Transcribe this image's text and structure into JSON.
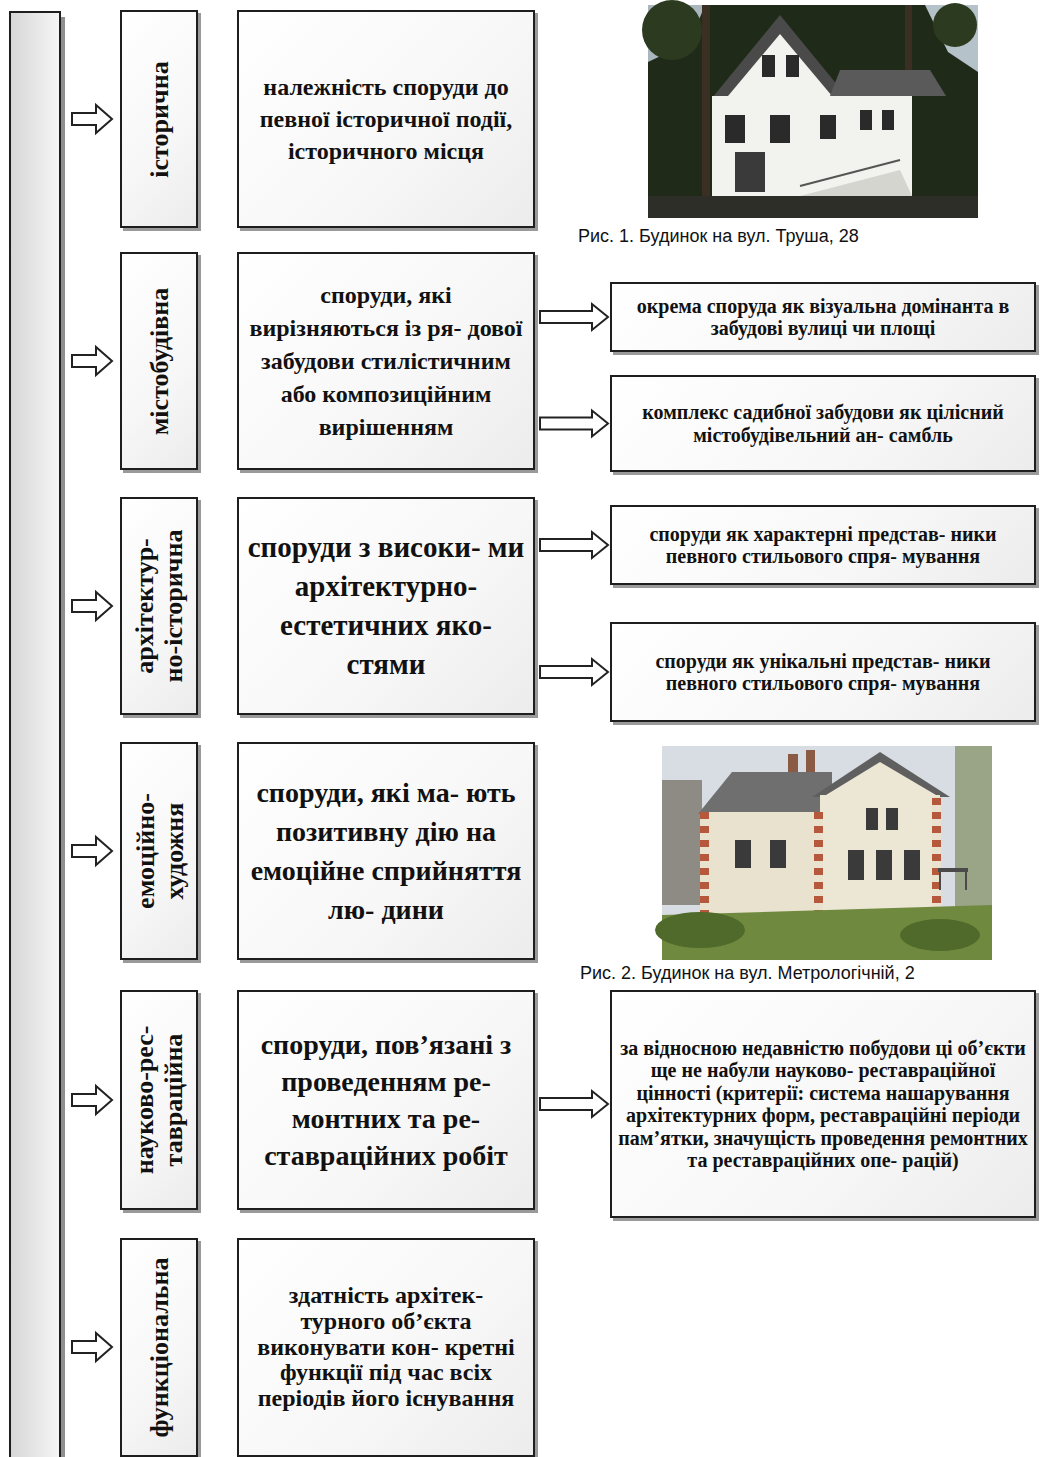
{
  "diagram": {
    "nodes": [
      {
        "text": [
          "історична"
        ]
      },
      {
        "text": [
          "належність споруди до певної історичної події, історичного місця"
        ]
      },
      {
        "text": [
          "містобудівна"
        ]
      },
      {
        "text": [
          "споруди, які вирізняються із ря- дової забудови стилістичним або композиційним вирішенням"
        ]
      },
      {
        "text": [
          "окрема споруда як візуальна домінанта в забудові вулиці чи площі"
        ]
      },
      {
        "text": [
          "комплекс садибної забудови як цілісний містобудівельний ан- самбль"
        ]
      },
      {
        "text": [
          "архітектур- но-історична"
        ]
      },
      {
        "text": [
          "споруди з високи- ми архітектурно- естетичних яко- стями"
        ]
      },
      {
        "text": [
          "споруди як характерні представ- ники певного стильового спря- мування"
        ]
      },
      {
        "text": [
          "споруди як унікальні представ- ники певного стильового спря- мування"
        ]
      },
      {
        "text": [
          "емоційно- художня"
        ]
      },
      {
        "text": [
          "споруди, які ма- ють позитивну дію на емоційне сприйняття лю- дини"
        ]
      },
      {
        "text": [
          "науково-рес- тавраційна"
        ]
      },
      {
        "text": [
          "споруди, пов’язані з проведенням ре- монтних та ре- ставраційних робіт"
        ]
      },
      {
        "text": [
          "за відносною недавністю побудови ці об’єкти ще не набули науково- реставраційної цінності (критерії: система нашарування архітектурних форм, реставраційні періоди пам’ятки, значущість проведення ремонтних та реставраційних опе- рацій)"
        ]
      },
      {
        "text": [
          "функціональна"
        ]
      },
      {
        "text": [
          "здатність архітек- турного об’єкта виконувати кон- кретні функції під час всіх періодів його існування"
        ]
      }
    ],
    "edges": [
      {
        "from": 3,
        "to": 4,
        "arrow": "to"
      },
      {
        "from": 3,
        "to": 5,
        "arrow": "to"
      },
      {
        "from": 7,
        "to": 8,
        "arrow": "to"
      },
      {
        "from": 7,
        "to": 9,
        "arrow": "to"
      },
      {
        "from": 13,
        "to": 14,
        "arrow": "to"
      }
    ],
    "labels": [
      "Рис. 1. Будинок на вул. Труша, 28",
      "Рис. 2. Будинок на вул. Метрологічній, 2"
    ]
  }
}
